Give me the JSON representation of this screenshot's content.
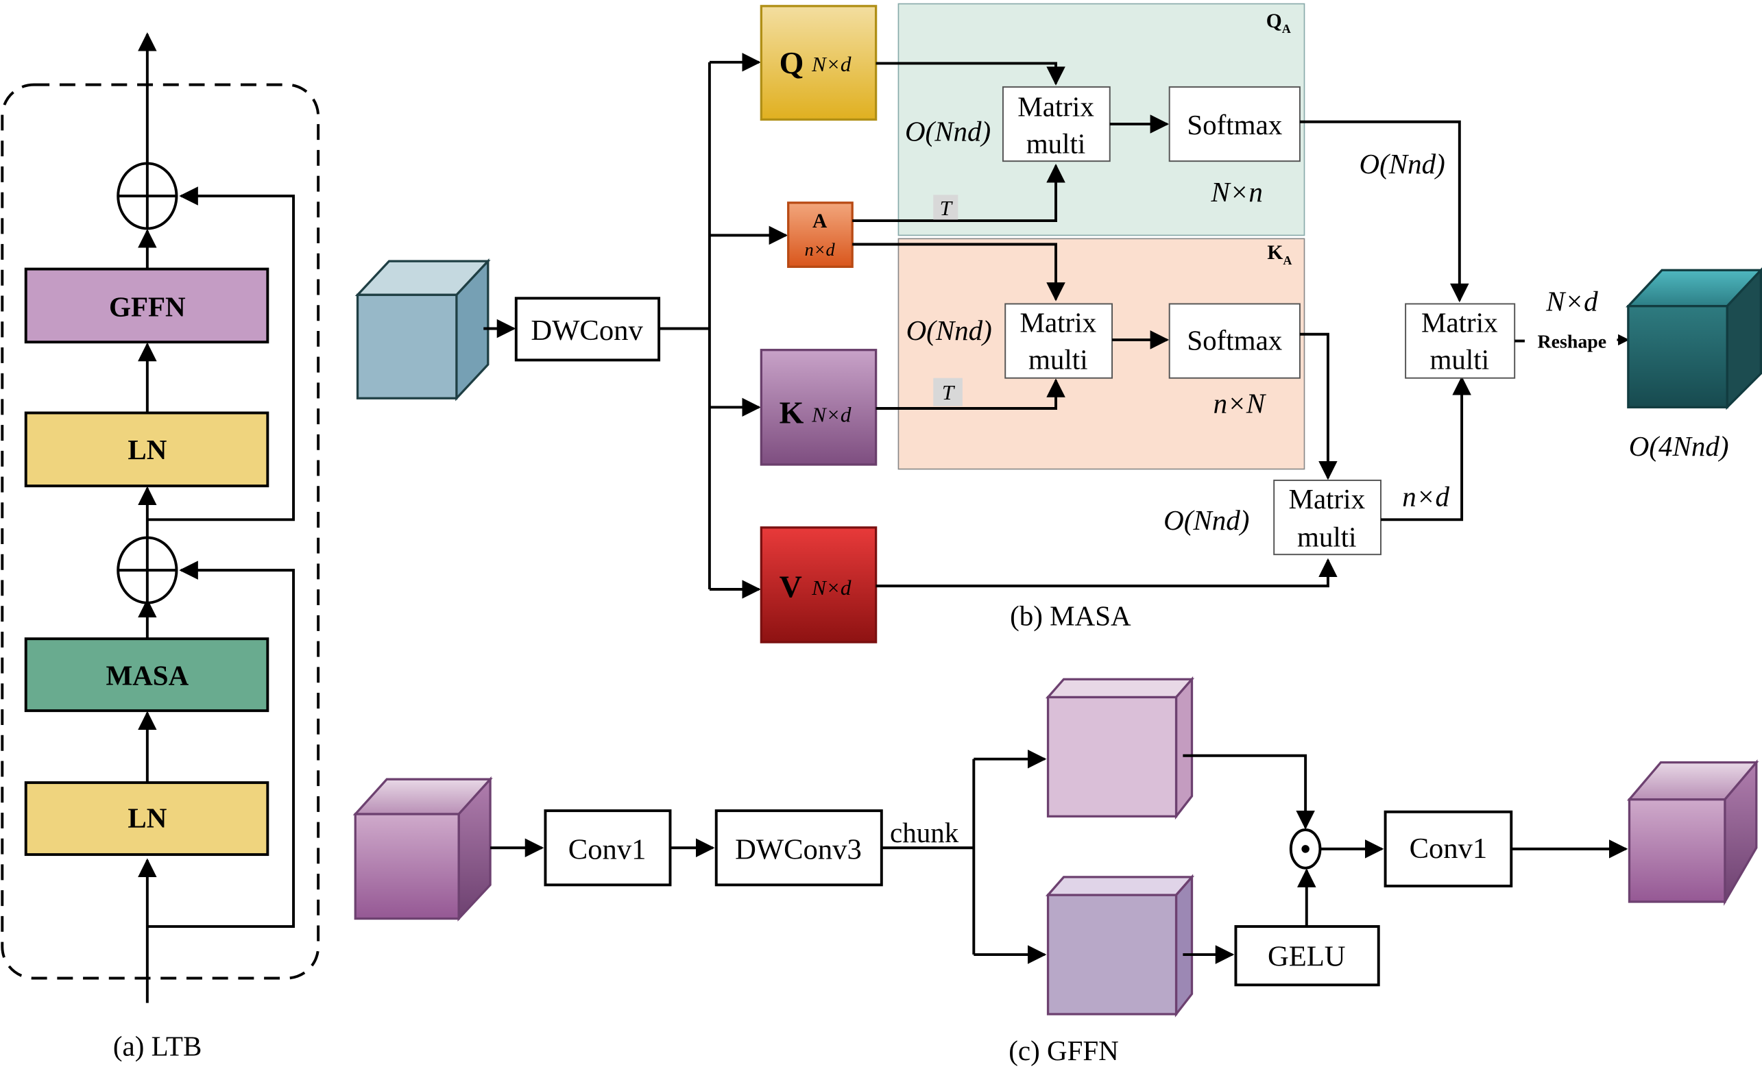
{
  "ltb": {
    "caption": "(a) LTB",
    "blocks": [
      {
        "label": "GFFN",
        "fill": "#c49cc4",
        "text_color": "#ff0000"
      },
      {
        "label": "LN",
        "fill": "#efd47e",
        "text_color": "#ffffff"
      },
      {
        "label": "MASA",
        "fill": "#69ab8f",
        "text_color": "#ff0000"
      },
      {
        "label": "LN",
        "fill": "#efd47e",
        "text_color": "#ffffff"
      }
    ]
  },
  "masa": {
    "caption": "(b) MASA",
    "dwconv_label": "DWConv",
    "q": {
      "letter": "Q",
      "dims": "N×d"
    },
    "a": {
      "letter": "A",
      "dims": "n×d"
    },
    "k": {
      "letter": "K",
      "dims": "N×d"
    },
    "v": {
      "letter": "V",
      "dims": "N×d"
    },
    "qa_panel": {
      "title": "Q",
      "sub": "A",
      "fill": "#deede6"
    },
    "ka_panel": {
      "title": "K",
      "sub": "A",
      "fill": "#fbdfcf"
    },
    "transpose_label": "T",
    "matmul_line1": "Matrix",
    "matmul_line2": "multi",
    "softmax_label": "Softmax",
    "qa_shape": "N×n",
    "ka_shape": "n×N",
    "complexity": "O(Nnd)",
    "nd_label": "n×d",
    "Nd_label": "N×d",
    "reshape_label": "Reshape",
    "output_complexity": "O(4Nnd)"
  },
  "gffn": {
    "caption": "(c) GFFN",
    "conv1_label": "Conv1",
    "dwconv3_label": "DWConv3",
    "chunk_label": "chunk",
    "gelu_label": "GELU",
    "conv1_out_label": "Conv1",
    "hadamard_symbol": "⊙"
  }
}
